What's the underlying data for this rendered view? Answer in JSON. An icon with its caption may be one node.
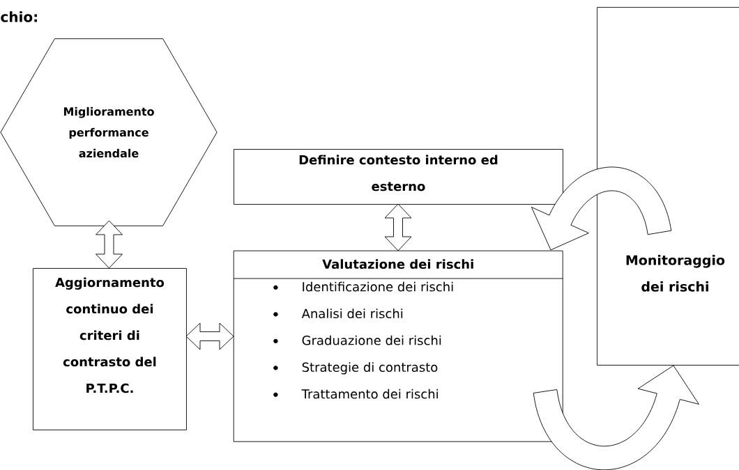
{
  "diagram": {
    "nodes": [
      {
        "text": [
          "Miglioramento performance aziendale"
        ]
      },
      {
        "text": [
          "Aggiornamento continuo dei criteri di contrasto del P.T.P.C."
        ]
      },
      {
        "text": [
          "Definire contesto interno ed esterno"
        ]
      },
      {
        "text": [
          "Valutazione dei rischi",
          "Identificazione dei rischi",
          "Analisi dei rischi",
          "Graduazione dei rischi",
          "Strategie di contrasto",
          "Trattamento dei rischi"
        ]
      },
      {
        "text": [
          "Monitoraggio dei rischi"
        ]
      }
    ],
    "edges": [
      {
        "from": 0,
        "to": 1,
        "arrow": "both"
      },
      {
        "from": 1,
        "to": 3,
        "arrow": "both"
      },
      {
        "from": 2,
        "to": 3,
        "arrow": "both"
      },
      {
        "from": 4,
        "to": 3,
        "arrow": "to",
        "style": "thick"
      },
      {
        "from": 3,
        "to": 4,
        "arrow": "to",
        "style": "thick"
      }
    ],
    "labels": [
      "chio:"
    ]
  }
}
